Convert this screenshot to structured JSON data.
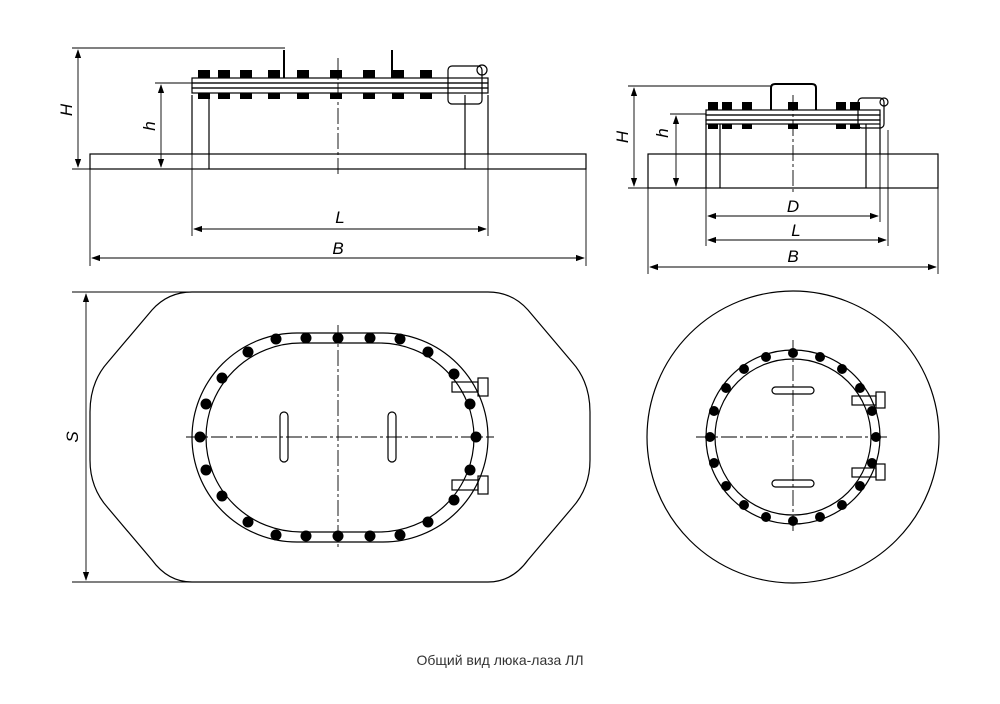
{
  "caption": "Общий вид люка-лаза ЛЛ",
  "labels": {
    "left_H": "H",
    "left_h": "h",
    "left_L": "L",
    "left_B": "B",
    "left_S": "S",
    "right_H": "H",
    "right_h": "h",
    "right_D": "D",
    "right_L": "L",
    "right_B": "B"
  }
}
